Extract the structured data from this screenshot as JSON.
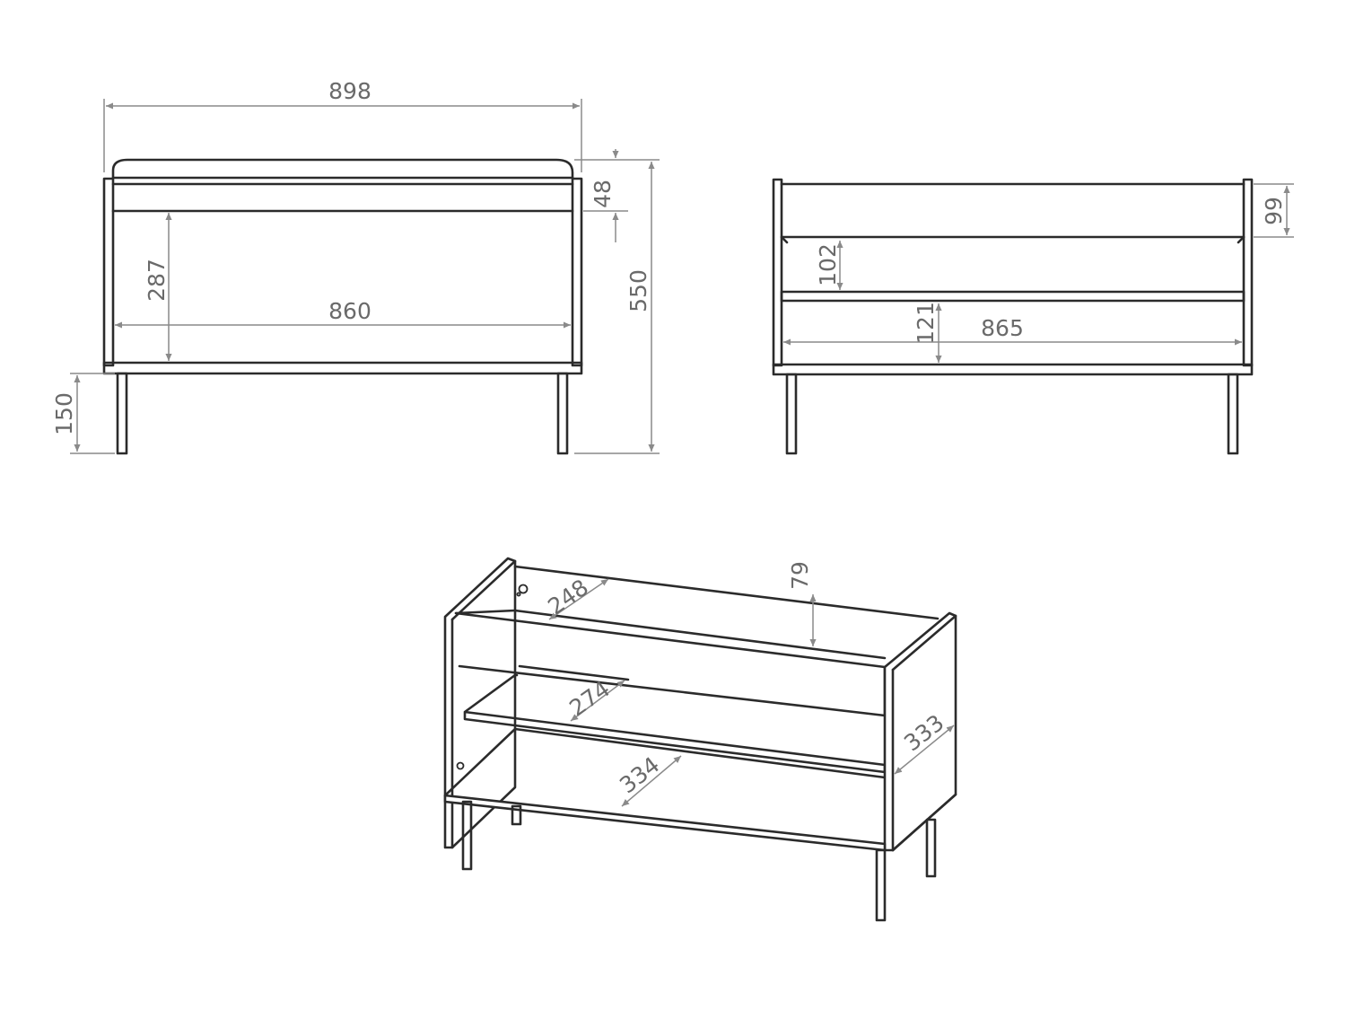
{
  "colors": {
    "line": "#2b2b2b",
    "dimension": "#8a8a8a",
    "text": "#6a6a6a",
    "background": "#ffffff"
  },
  "front_view": {
    "overall_width": "898",
    "seat_thickness": "48",
    "overall_height": "550",
    "inner_height": "287",
    "inner_width": "860",
    "leg_height": "150"
  },
  "back_view": {
    "top_rail_height": "99",
    "upper_opening": "102",
    "lower_opening": "121",
    "inner_width": "865"
  },
  "iso_view": {
    "upper_depth": "248",
    "top_rail_height": "79",
    "shelf_depth": "274",
    "side_depth": "333",
    "bottom_depth": "334"
  }
}
